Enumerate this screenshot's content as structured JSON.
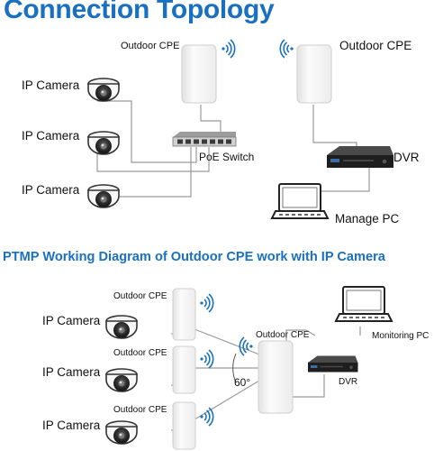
{
  "top_section": {
    "title": "Connection Topology",
    "left_cpe_label": "Outdoor CPE",
    "right_cpe_label": "Outdoor CPE",
    "camera_labels": [
      "IP Camera",
      "IP Camera",
      "IP Camera"
    ],
    "switch_label": "PoE Switch",
    "dvr_label": "DVR",
    "pc_label": "Manage PC"
  },
  "bottom_section": {
    "title": "PTMP Working Diagram of Outdoor CPE work with IP Camera",
    "cpe_labels": [
      "Outdoor CPE",
      "Outdoor CPE",
      "Outdoor CPE"
    ],
    "camera_labels": [
      "IP Camera",
      "IP Camera",
      "IP Camera"
    ],
    "center_cpe_label": "Outdoor CPE",
    "angle_label": "60°",
    "dvr_label": "DVR",
    "pc_label": "Monitoring PC"
  },
  "colors": {
    "accent_blue": "#1a70c0",
    "wire_gray": "#9a9a9a",
    "device_white": "#f4f4f4",
    "device_dark": "#2a2a2a"
  }
}
